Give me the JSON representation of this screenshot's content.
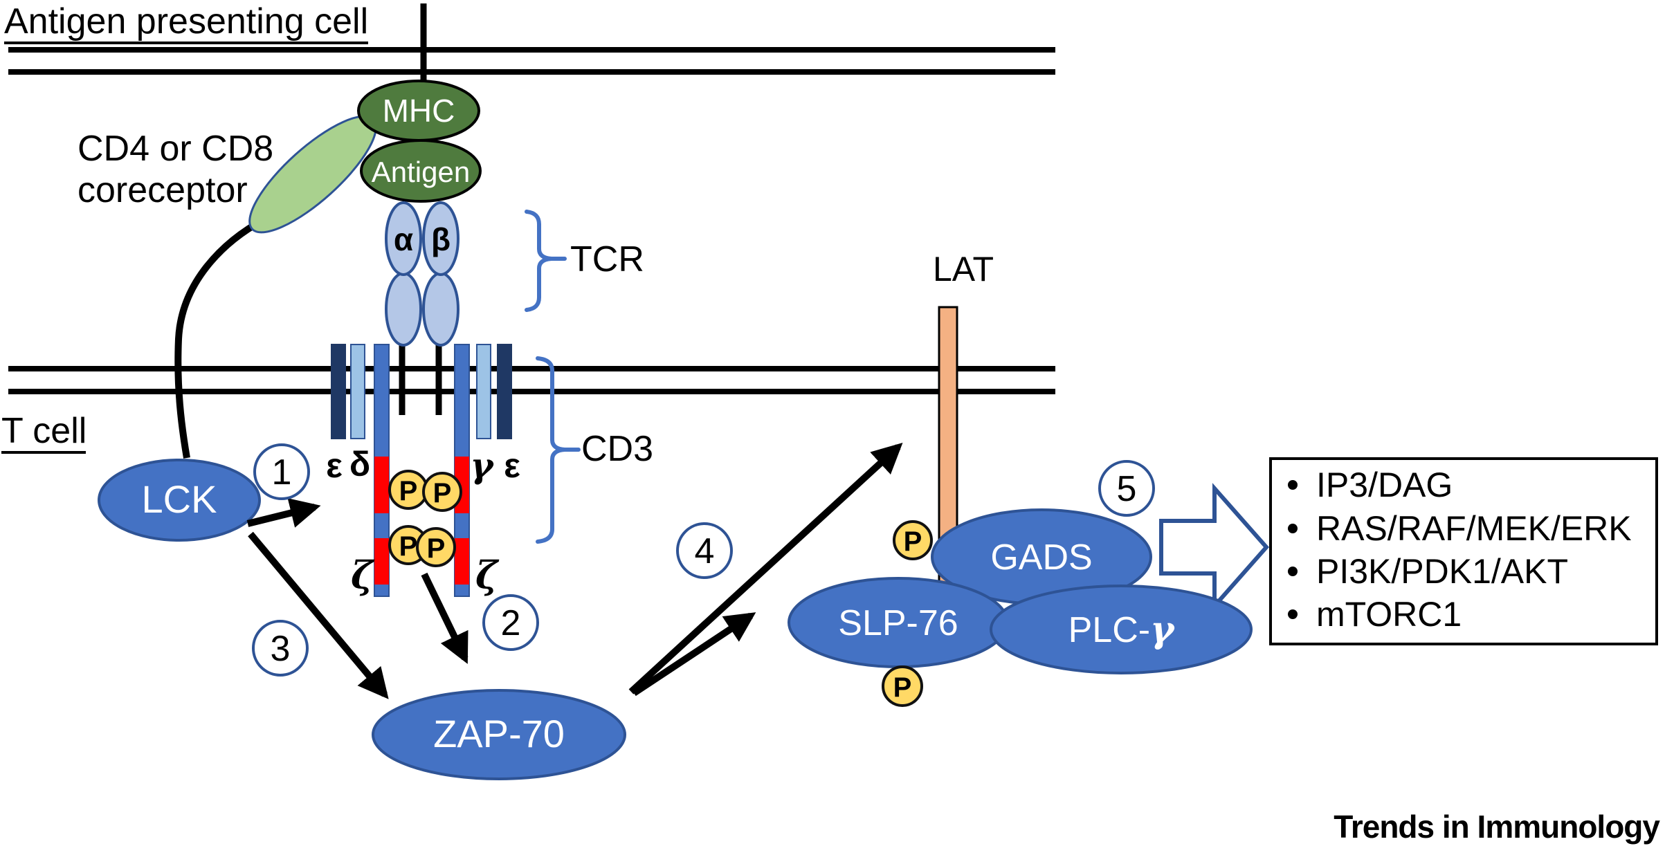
{
  "colors": {
    "protein_fill": "#4472c4",
    "protein_stroke": "#2e5395",
    "light_chain_fill": "#b4c7e7",
    "bar_light": "#9dc3e6",
    "bar_navy": "#1f3864",
    "itam_red": "#ff0000",
    "phospho_fill": "#ffd966",
    "mhc_green": "#4f7b3e",
    "coreceptor_green": "#a9d18e",
    "lat_tan": "#f4b183",
    "bracket_blue": "#4472c4"
  },
  "cells": {
    "apc_label": "Antigen presenting cell",
    "t_cell_label": "T cell"
  },
  "coreceptor": {
    "line1": "CD4 or CD8",
    "line2": "coreceptor"
  },
  "complex": {
    "mhc": "MHC",
    "antigen": "Antigen",
    "alpha": "α",
    "beta": "β",
    "tcr": "TCR",
    "cd3": "CD3",
    "epsilon_left": "ε",
    "delta": "δ",
    "gamma": "γ",
    "epsilon_right": "ε",
    "zeta_left": "ζ",
    "zeta_right": "ζ"
  },
  "proteins": {
    "lck": "LCK",
    "zap70": "ZAP-70",
    "lat": "LAT",
    "gads": "GADS",
    "slp76": "SLP-76",
    "plc_prefix": "PLC-",
    "plc_gamma": "γ"
  },
  "phospho": {
    "label": "P"
  },
  "steps": [
    "1",
    "2",
    "3",
    "4",
    "5"
  ],
  "outputs": {
    "items": [
      "IP3/DAG",
      "RAS/RAF/MEK/ERK",
      "PI3K/PDK1/AKT",
      "mTORC1"
    ]
  },
  "footer": {
    "journal": "Trends in Immunology"
  }
}
